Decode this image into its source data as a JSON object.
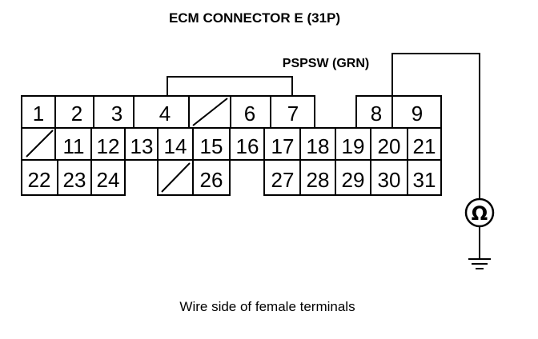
{
  "title": "ECM CONNECTOR E (31P)",
  "wire_label": "PSPSW (GRN)",
  "caption": "Wire side of female terminals",
  "meter_symbol": "Ω",
  "terminals": {
    "t1": "1",
    "t2": "2",
    "t3": "3",
    "t4": "4",
    "t6": "6",
    "t7": "7",
    "t8": "8",
    "t9": "9",
    "t11": "11",
    "t12": "12",
    "t13": "13",
    "t14": "14",
    "t15": "15",
    "t16": "16",
    "t17": "17",
    "t18": "18",
    "t19": "19",
    "t20": "20",
    "t21": "21",
    "t22": "22",
    "t23": "23",
    "t24": "24",
    "t26": "26",
    "t27": "27",
    "t28": "28",
    "t29": "29",
    "t30": "30",
    "t31": "31"
  }
}
